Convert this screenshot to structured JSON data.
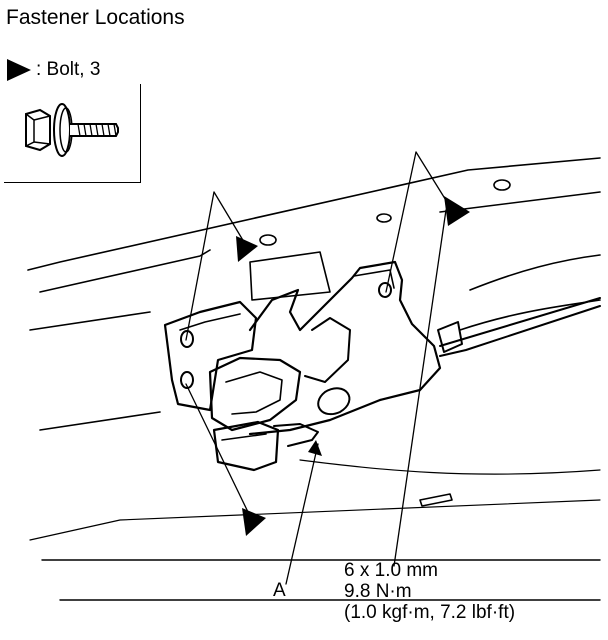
{
  "title": "Fastener Locations",
  "legend": {
    "text": ": Bolt, 3",
    "icon": "bolt-triangle-icon"
  },
  "callout_a": "A",
  "spec": {
    "line1": "6 x 1.0 mm",
    "line2": "9.8 N·m",
    "line3": "(1.0 kgf·m, 7.2 lbf·ft)"
  }
}
